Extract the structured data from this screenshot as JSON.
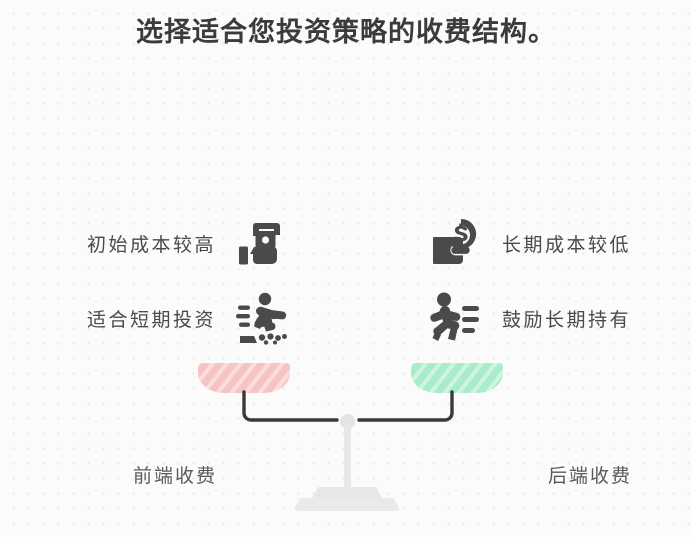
{
  "page": {
    "title": "选择适合您投资策略的收费结构。",
    "background_color": "#fbfbfb",
    "dot_color": "#e8e8e8",
    "title_color": "#3b3b3b",
    "text_color": "#4a4a4a"
  },
  "left_side": {
    "pan_color": "#f7c4c4",
    "caption": "前端收费",
    "features": [
      {
        "label": "初始成本较高",
        "icon": "hand-holding-cash-icon"
      },
      {
        "label": "适合短期投资",
        "icon": "sprinter-start-icon"
      }
    ]
  },
  "right_side": {
    "pan_color": "#a8ecca",
    "caption": "后端收费",
    "features": [
      {
        "label": "长期成本较低",
        "icon": "wallet-coin-icon"
      },
      {
        "label": "鼓励长期持有",
        "icon": "running-man-icon"
      }
    ]
  },
  "scale": {
    "beam_color": "#3a3a3a",
    "stand_color": "#e7e7e7"
  }
}
